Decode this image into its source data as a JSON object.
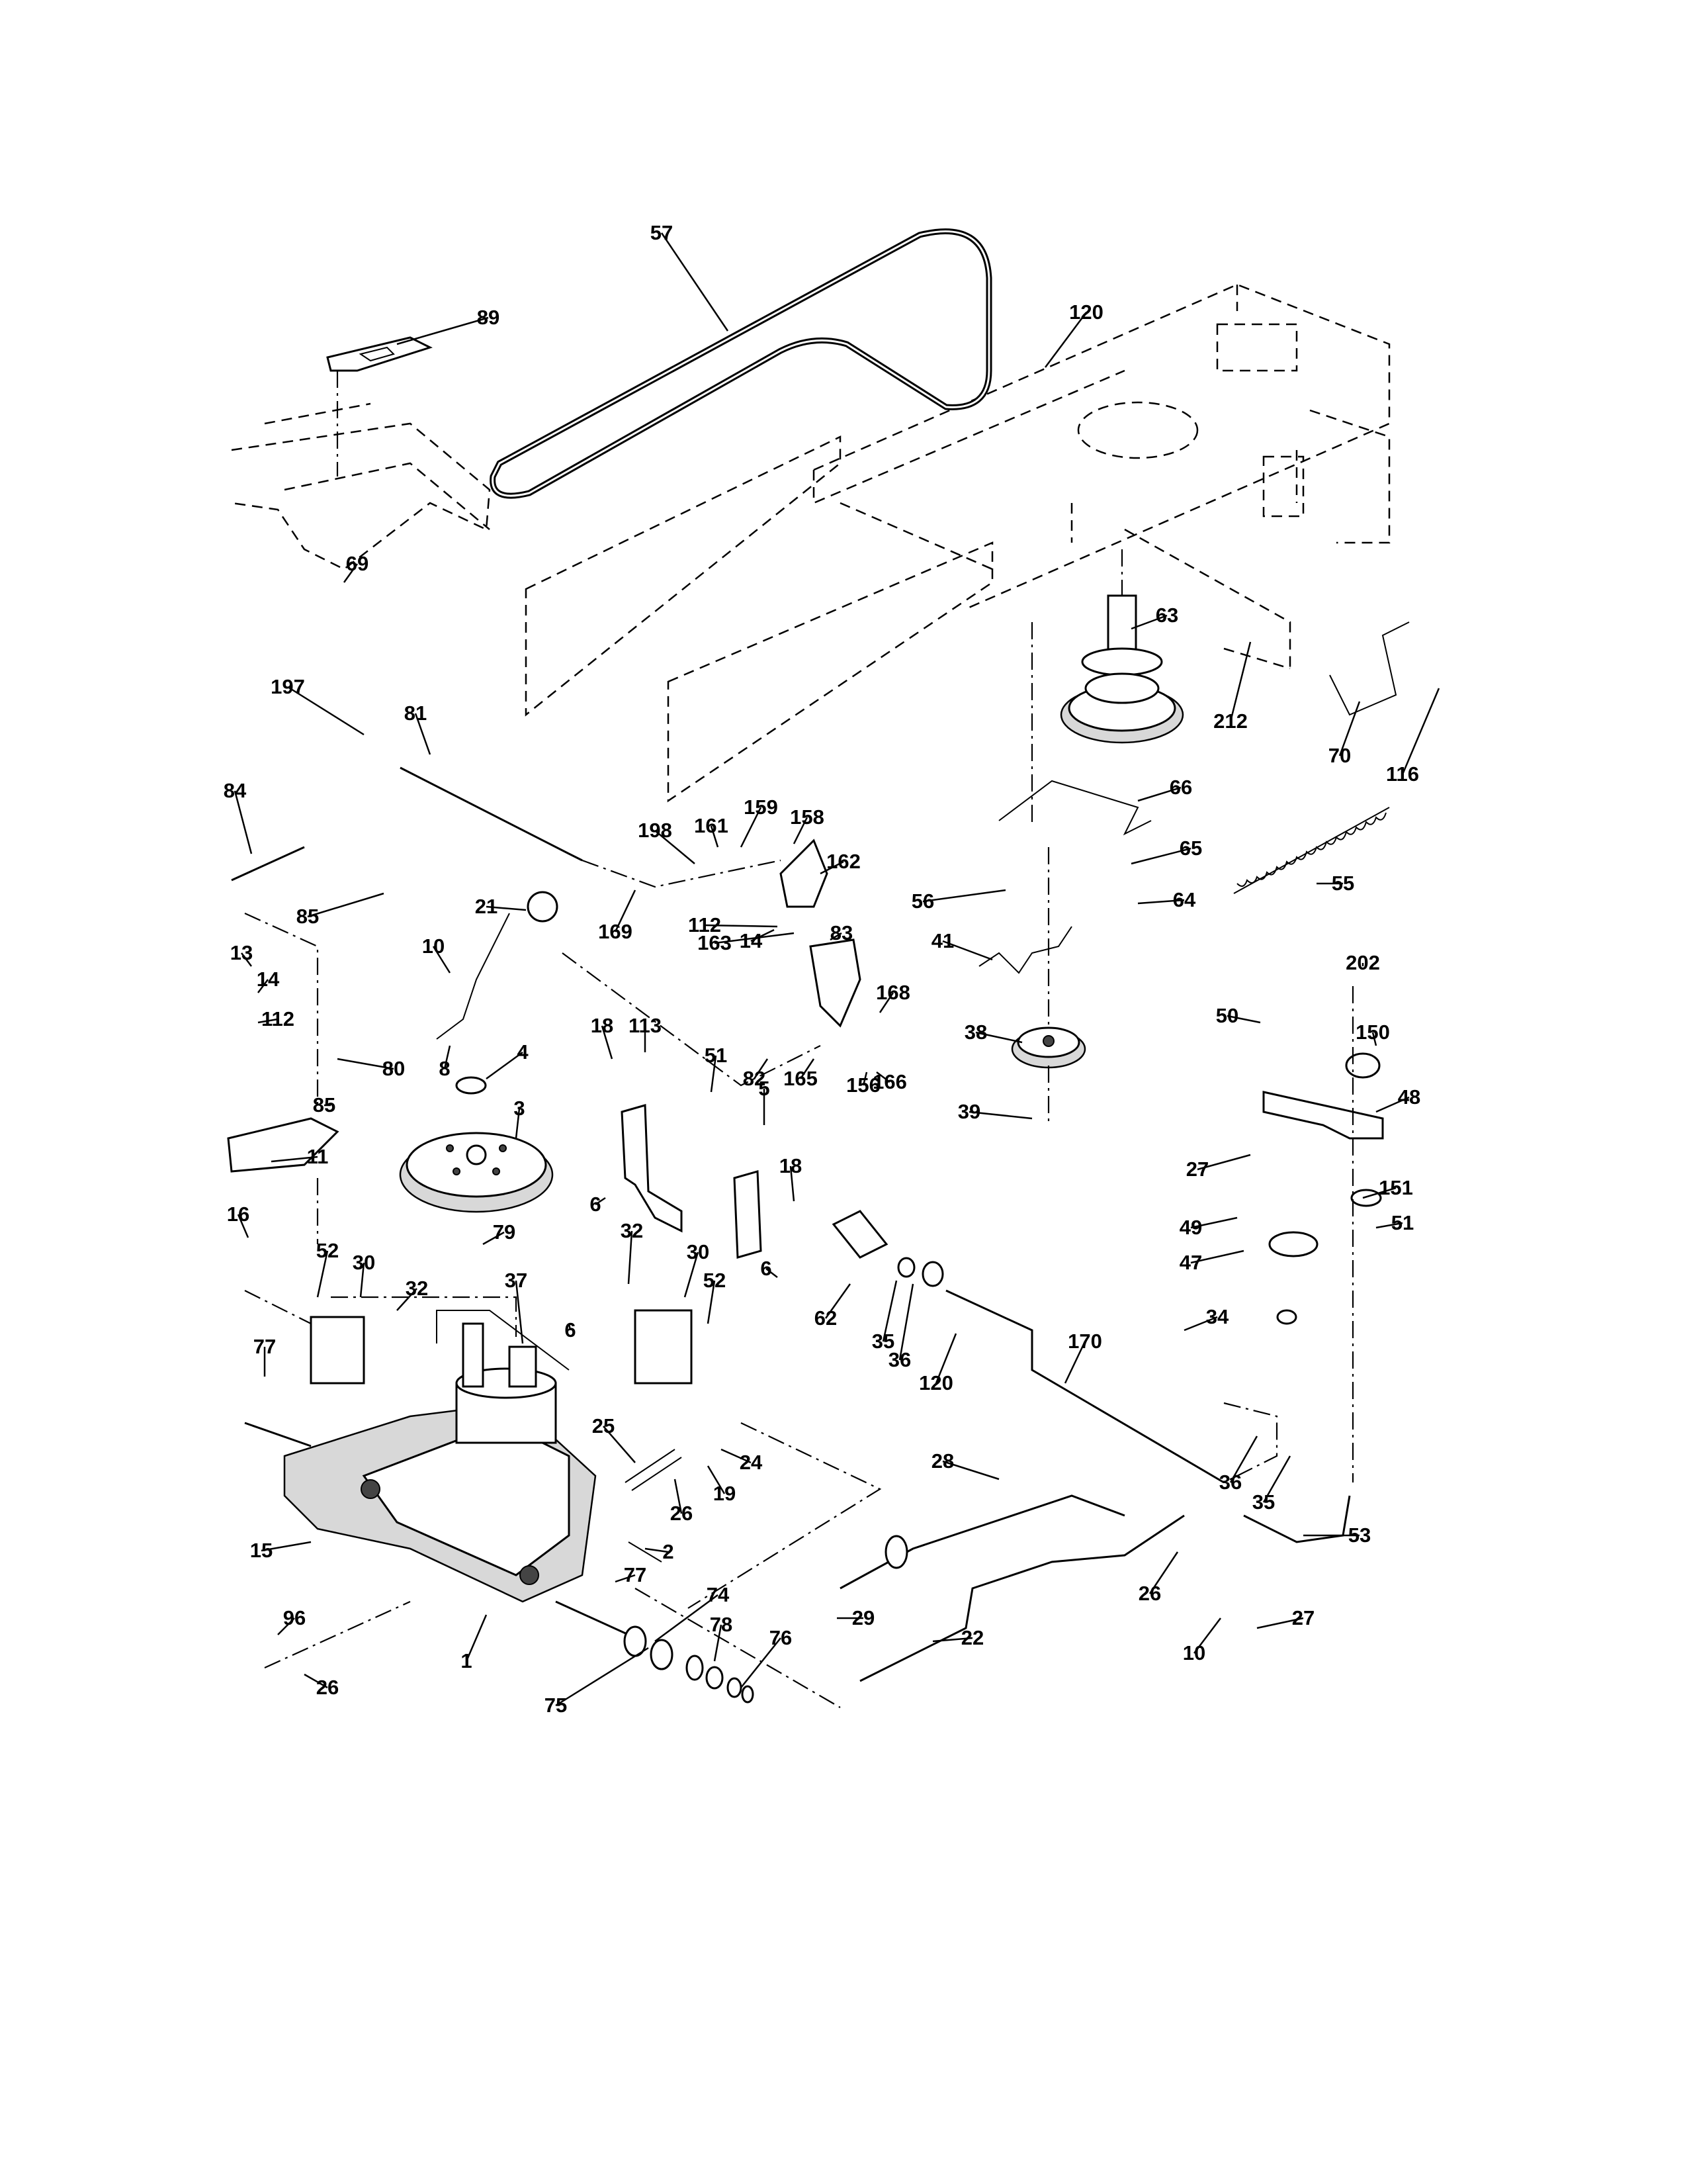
{
  "callouts": [
    "57",
    "89",
    "120",
    "69",
    "63",
    "212",
    "70",
    "116",
    "197",
    "81",
    "84",
    "66",
    "159",
    "158",
    "161",
    "198",
    "162",
    "65",
    "55",
    "85",
    "21",
    "169",
    "112",
    "14",
    "83",
    "56",
    "64",
    "10",
    "163",
    "41",
    "202",
    "13",
    "14",
    "112",
    "168",
    "8",
    "80",
    "82",
    "165",
    "38",
    "50",
    "150",
    "85",
    "4",
    "166",
    "156",
    "3",
    "18",
    "113",
    "39",
    "48",
    "51",
    "11",
    "5",
    "18",
    "27",
    "6",
    "151",
    "49",
    "51",
    "16",
    "79",
    "32",
    "30",
    "52",
    "47",
    "52",
    "30",
    "32",
    "6",
    "62",
    "35",
    "36",
    "120",
    "170",
    "34",
    "37",
    "6",
    "77",
    "25",
    "24",
    "28",
    "36",
    "35",
    "19",
    "26",
    "53",
    "15",
    "2",
    "77",
    "26",
    "27",
    "74",
    "29",
    "22",
    "10",
    "96",
    "78",
    "76",
    "1",
    "26",
    "75"
  ]
}
